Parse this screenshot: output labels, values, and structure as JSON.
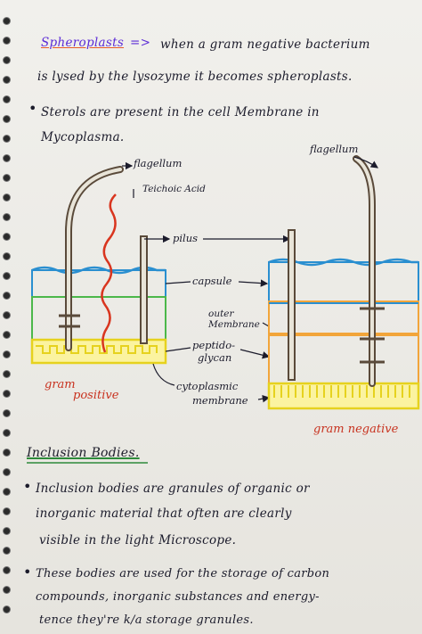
{
  "notes": {
    "spheroplasts_title": "Spheroplasts",
    "spheroplasts_arrow": "=>",
    "line1_rest": "when a gram negative bacterium",
    "line2": "is lysed by the lysozyme it becomes spheroplasts.",
    "sterols_line1": "Sterols are present in the cell Membrane in",
    "sterols_line2": "Mycoplasma."
  },
  "diagram": {
    "labels": {
      "flagellum_left": "flagellum",
      "flagellum_right": "flagellum",
      "teichoic": "Teichoic Acid",
      "pilus": "pilus",
      "capsule": "capsule",
      "outer_membrane_1": "outer",
      "outer_membrane_2": "Membrane",
      "peptidoglycan_1": "peptido-",
      "peptidoglycan_2": "glycan",
      "cytoplasmic_1": "cytoplasmic",
      "cytoplasmic_2": "membrane",
      "gram_positive_1": "gram",
      "gram_positive_2": "positive",
      "gram_negative": "gram negative"
    },
    "colors": {
      "capsule": "#2a8fd0",
      "outer_membrane": "#f2a53a",
      "green_layer": "#4cb84a",
      "peptidoglycan": "#e6d21e",
      "teichoic": "#d9351f",
      "structure": "#5a4a3a"
    }
  },
  "inclusion": {
    "title": "Inclusion Bodies.",
    "b1_l1": "Inclusion bodies are granules of organic or",
    "b1_l2": "inorganic material that often are clearly",
    "b1_l3": "visible in the light Microscope.",
    "b2_l1": "These bodies are used for the storage of carbon",
    "b2_l2": "compounds, inorganic substances and energy-",
    "b2_l3": "tence they're k/a storage granules."
  }
}
